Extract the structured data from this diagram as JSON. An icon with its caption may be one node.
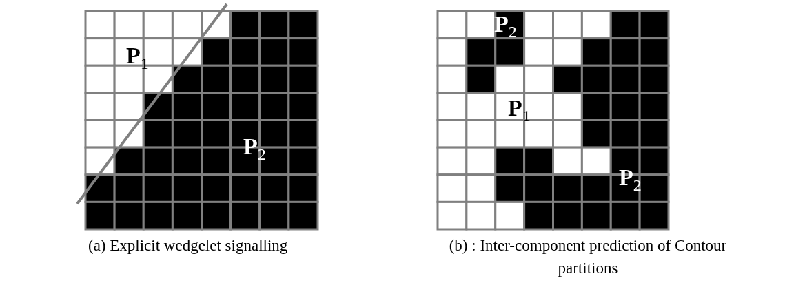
{
  "diagram": {
    "labels": [
      "P$_{1}$",
      "P$_{2}$",
      "P$_{2}$",
      "P$_{1}$",
      "P$_{2}$",
      "(a) Explicit wedgelet signalling",
      "(b) : Inter-component prediction of Contour partitions"
    ]
  }
}
